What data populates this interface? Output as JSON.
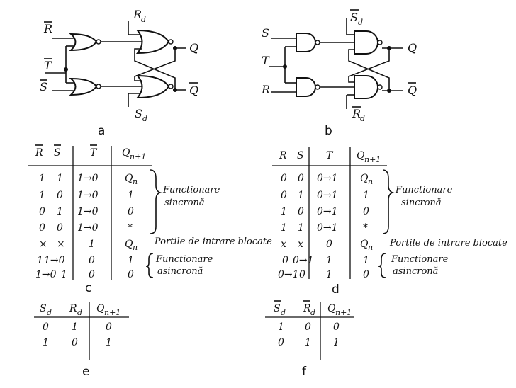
{
  "circuit_a": {
    "inputs": {
      "r": "R",
      "t": "T",
      "s": "S"
    },
    "rd": {
      "main": "R",
      "sub": "d"
    },
    "sd": {
      "main": "S",
      "sub": "d"
    },
    "q": "Q",
    "qbar": "Q",
    "caption": "a"
  },
  "circuit_b": {
    "inputs": {
      "s": "S",
      "t": "T",
      "r": "R"
    },
    "sd": {
      "main": "S",
      "sub": "d"
    },
    "rd": {
      "main": "R",
      "sub": "d"
    },
    "q": "Q",
    "qbar": "Q",
    "caption": "b"
  },
  "table_c": {
    "headers": [
      "R",
      "S",
      "T",
      "Q",
      "n+1"
    ],
    "rows": [
      [
        "1",
        "1",
        "1→0",
        "Q",
        "n"
      ],
      [
        "1",
        "0",
        "1→0",
        "1",
        ""
      ],
      [
        "0",
        "1",
        "1→0",
        "0",
        ""
      ],
      [
        "0",
        "0",
        "1→0",
        "*",
        ""
      ],
      [
        "×",
        "×",
        "1",
        "Q",
        "n"
      ],
      [
        "1",
        "1→0",
        "0",
        "1",
        ""
      ],
      [
        "1→0",
        "1",
        "0",
        "0",
        ""
      ]
    ],
    "note_sync": [
      "Functionare",
      "sincronă"
    ],
    "note_block": "Portile de intrare blocate",
    "note_async": [
      "Functionare",
      "asincronă"
    ],
    "caption": "c"
  },
  "table_d": {
    "headers": [
      "R",
      "S",
      "T",
      "Q",
      "n+1"
    ],
    "rows": [
      [
        "0",
        "0",
        "0→1",
        "Q",
        "n"
      ],
      [
        "0",
        "1",
        "0→1",
        "1",
        ""
      ],
      [
        "1",
        "0",
        "0→1",
        "0",
        ""
      ],
      [
        "1",
        "1",
        "0→1",
        "*",
        ""
      ],
      [
        "x",
        "x",
        "0",
        "Q",
        "n"
      ],
      [
        "0",
        "0→1",
        "1",
        "1",
        ""
      ],
      [
        "0→1",
        "0",
        "1",
        "0",
        ""
      ]
    ],
    "note_sync": [
      "Functionare",
      "sincronă"
    ],
    "note_block": "Portile de intrare blocate",
    "note_async": [
      "Functionare",
      "asincronă"
    ],
    "caption": "d"
  },
  "table_e": {
    "headers": [
      "S",
      "d",
      "R",
      "d",
      "Q",
      "n+1"
    ],
    "rows": [
      [
        "0",
        "1",
        "0"
      ],
      [
        "1",
        "0",
        "1"
      ]
    ],
    "caption": "e"
  },
  "table_f": {
    "headers": [
      "S",
      "d",
      "R",
      "d",
      "Q",
      "n+1"
    ],
    "rows": [
      [
        "1",
        "0",
        "0"
      ],
      [
        "0",
        "1",
        "1"
      ]
    ],
    "caption": "f"
  }
}
